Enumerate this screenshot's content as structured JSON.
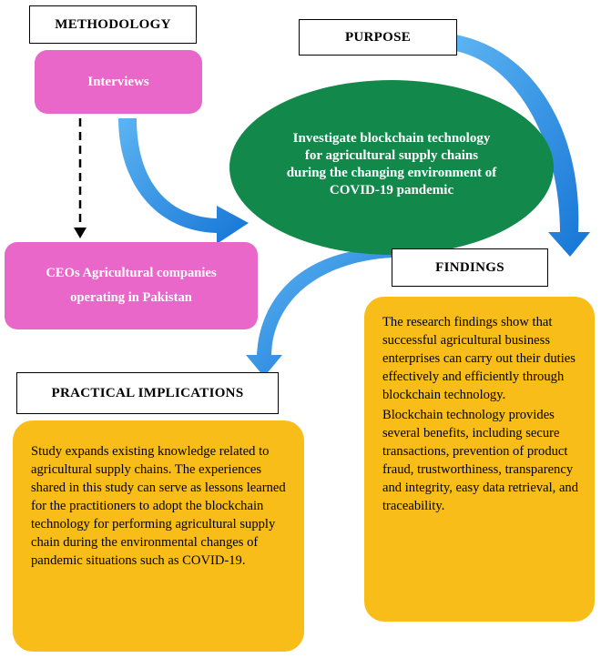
{
  "labels": {
    "methodology": "METHODOLOGY",
    "purpose": "PURPOSE",
    "findings": "FINDINGS",
    "practical_implications": "PRACTICAL IMPLICATIONS"
  },
  "interviews": "Interviews",
  "participants": "CEOs Agricultural companies operating in Pakistan",
  "purpose_text": "Investigate blockchain technology for agricultural supply chains during the changing environment of COVID-19 pandemic",
  "findings_text": [
    "The research findings show that successful agricultural business enterprises can carry out their duties effectively and efficiently through blockchain technology.",
    "Blockchain technology provides several benefits, including secure transactions, prevention of product fraud, trustworthiness, transparency and integrity, easy data retrieval, and traceability."
  ],
  "implications_text": "Study expands existing knowledge related to agricultural supply chains. The experiences shared in this study can serve as lessons learned for the practitioners to adopt the blockchain technology for performing agricultural supply chain during the environmental changes of pandemic situations such as COVID-19.",
  "colors": {
    "pink": "#e967c9",
    "green": "#12894a",
    "yellow": "#f9bd1a",
    "arrow_blue": "#1e8fe6"
  }
}
